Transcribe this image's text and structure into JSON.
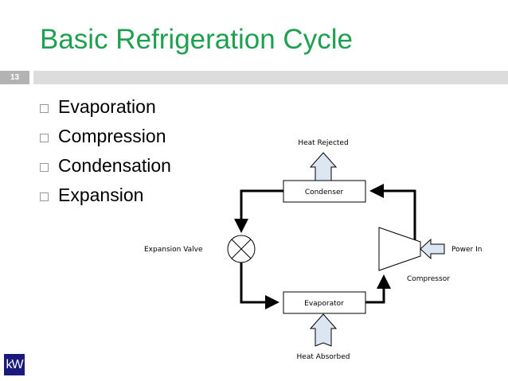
{
  "title": "Basic Refrigeration Cycle",
  "slide_number": "13",
  "bullets": [
    {
      "label": "Evaporation"
    },
    {
      "label": "Compression"
    },
    {
      "label": "Condensation"
    },
    {
      "label": "Expansion"
    }
  ],
  "diagram": {
    "condenser": "Condenser",
    "evaporator": "Evaporator",
    "compressor": "Compressor",
    "expansion_valve": "Expansion Valve",
    "heat_rejected": "Heat Rejected",
    "heat_absorbed": "Heat Absorbed",
    "power_in": "Power In"
  },
  "logo": "kW",
  "colors": {
    "title": "#1fa050",
    "arrow_fill": "#dce6f2",
    "logo_bg": "#1a1a7a"
  }
}
